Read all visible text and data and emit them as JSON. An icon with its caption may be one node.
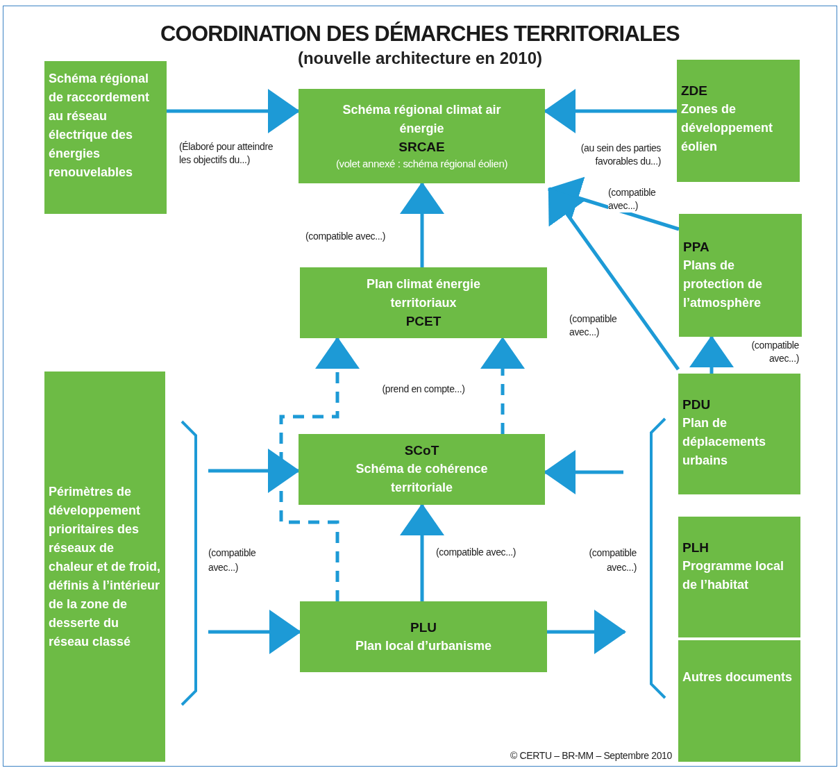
{
  "diagram": {
    "title": "COORDINATION DES DÉMARCHES TERRITORIALES",
    "nodes": [
      {
        "text": [
          "Schéma régional de raccordement au réseau électrique des énergies renouvelables"
        ]
      },
      {
        "text": [
          "Schéma régional climat air énergie",
          "SRCAE",
          "(volet annexé : schéma régional éolien)"
        ]
      },
      {
        "text": [
          "ZDE",
          "Zones de développement éolien"
        ]
      },
      {
        "text": [
          "Plan climat énergie territoriaux",
          "PCET"
        ]
      },
      {
        "text": [
          "PPA",
          "Plans de protection de l’atmosphère"
        ]
      },
      {
        "text": [
          "Périmètres de développement prioritaires des réseaux de chaleur et de froid, définis à l’intérieur de la zone de desserte du réseau classé"
        ]
      },
      {
        "text": [
          "SCoT",
          "Schéma de cohérence territoriale"
        ]
      },
      {
        "text": [
          "PDU",
          "Plan de déplacements urbains"
        ]
      },
      {
        "text": [
          "PLU",
          "Plan local d’urbanisme"
        ]
      },
      {
        "text": [
          "PLH",
          "Programme local de l’habitat"
        ]
      },
      {
        "text": [
          "Autres documents"
        ]
      }
    ],
    "edges": [
      {
        "from": 0,
        "to": 1,
        "arrow": "to",
        "label": "(Élaboré pour atteindre les objectifs du...)"
      },
      {
        "from": 2,
        "to": 1,
        "arrow": "to",
        "label": "(au sein des parties favorables du...)"
      },
      {
        "from": 3,
        "to": 1,
        "arrow": "to",
        "label": "(compatible avec...)"
      },
      {
        "from": 4,
        "to": 1,
        "arrow": "to",
        "label": "(compatible avec...)"
      },
      {
        "from": 7,
        "to": 1,
        "arrow": "to",
        "label": "(compatible avec...)"
      },
      {
        "from": 7,
        "to": 4,
        "arrow": "to",
        "label": "(compatible avec...)"
      },
      {
        "from": 6,
        "to": 3,
        "arrow": "to",
        "style": "dashed"
      },
      {
        "from": 8,
        "to": 3,
        "arrow": "to",
        "style": "dashed"
      },
      {
        "from": 8,
        "to": 6,
        "arrow": "to",
        "label": "(compatible avec...)"
      },
      {
        "from": null,
        "to": 6,
        "arrow": "to"
      },
      {
        "from": null,
        "to": 8,
        "arrow": "to"
      },
      {
        "from": null,
        "to": 6,
        "arrow": "to"
      },
      {
        "from": 8,
        "to": null,
        "arrow": "to"
      }
    ],
    "labels": [
      "(nouvelle architecture en 2010)",
      "(prend en compte...)",
      "(compatible avec...)",
      "(compatible avec...)",
      "© CERTU – BR-MM – Septembre 2010"
    ]
  }
}
